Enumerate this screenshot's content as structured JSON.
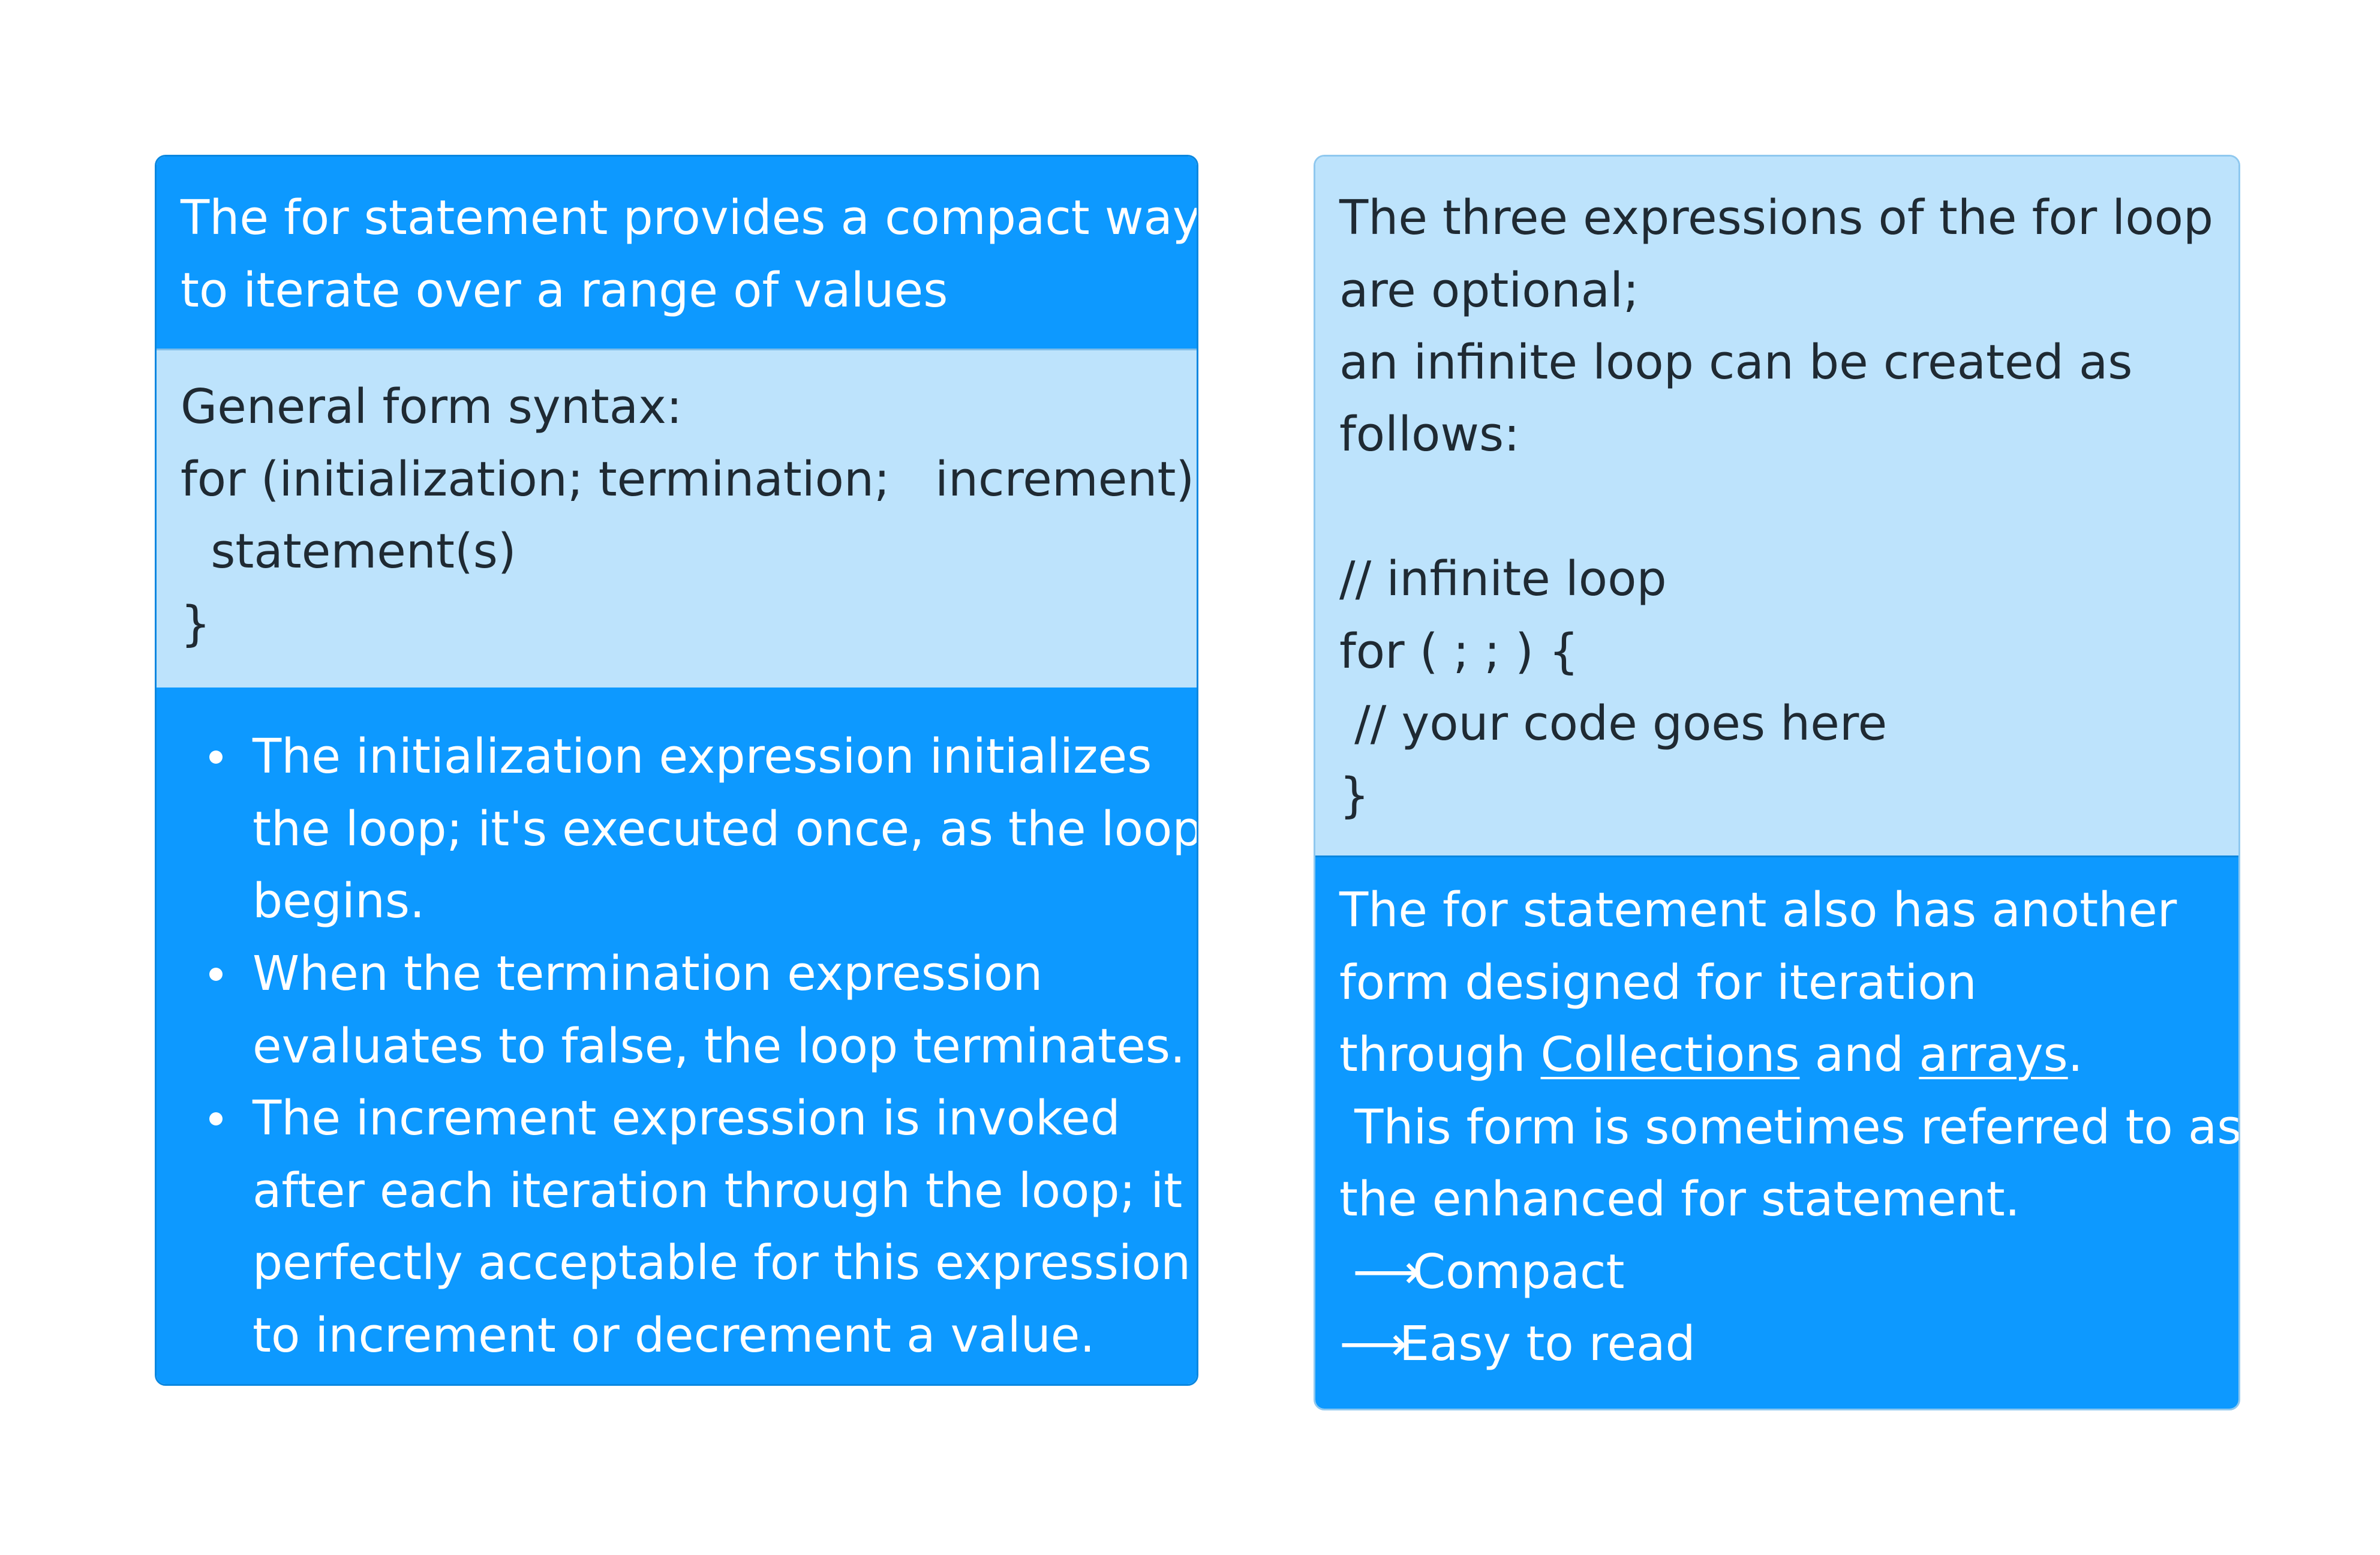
{
  "left_card": {
    "header_lines": [
      "The for statement provides a compact way",
      "to iterate over a range of values"
    ],
    "syntax_lines": [
      "General form syntax:",
      "for (initialization; termination;   increment) {",
      "  statement(s)",
      "}"
    ],
    "bullets": [
      [
        "The initialization expression initializes",
        "the loop; it's executed once, as the loop",
        "begins."
      ],
      [
        "When the termination expression",
        "evaluates to false, the loop terminates."
      ],
      [
        "The increment expression is invoked",
        "after each iteration through the loop; it is",
        "perfectly acceptable for this expression",
        "to increment or decrement a value."
      ]
    ]
  },
  "right_card": {
    "top_lines": [
      "The three expressions of the for loop",
      "are optional;",
      "an infinite loop can be created as",
      "follows:",
      "",
      "// infinite loop",
      "for ( ; ; ) {",
      " // your code goes here",
      "}"
    ],
    "bottom": {
      "line1": "The for statement also has another",
      "line2": "form designed for iteration",
      "line3_prefix": "through ",
      "link_collections": "Collections",
      "line3_middle": " and ",
      "link_arrays": "arrays",
      "line3_suffix": ".",
      "line4": " This form is sometimes referred to as",
      "line5": "the enhanced for statement.",
      "arrow_glyph": "⟶",
      "arrow_item_1": "Compact",
      "arrow_item_2": "Easy to read"
    }
  },
  "colors": {
    "primary_blue": "#0d99ff",
    "light_blue": "#bde3fc",
    "dark_text": "#1f2a33"
  }
}
